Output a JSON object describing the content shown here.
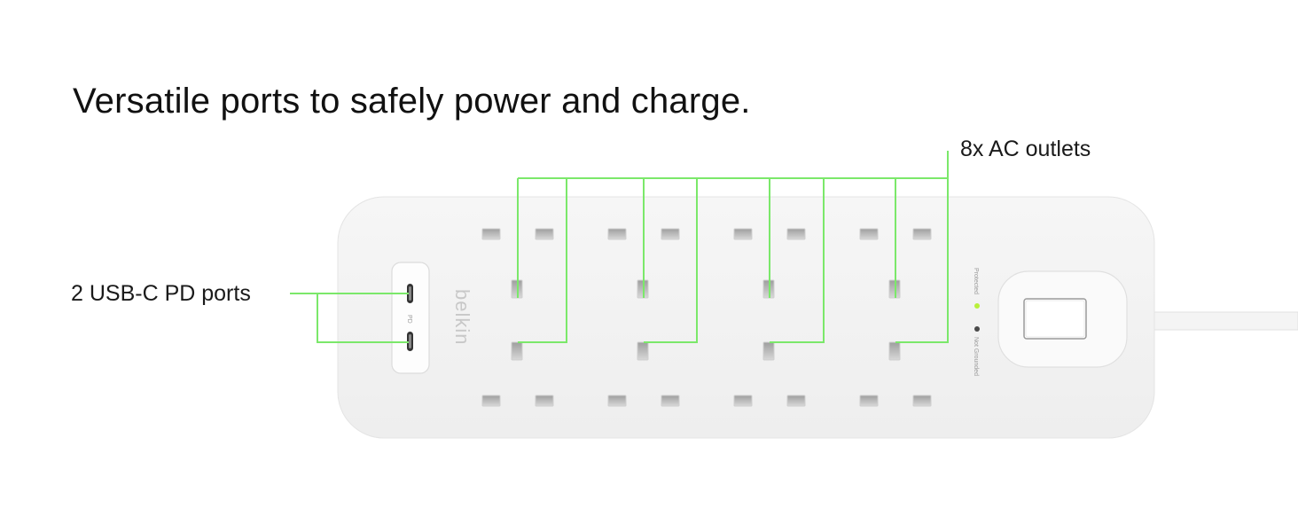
{
  "headline": "Versatile ports to safely power and charge.",
  "callouts": {
    "ac_outlets": "8x AC outlets",
    "usb_ports": "2 USB-C PD ports"
  },
  "device": {
    "brand": "belkin",
    "usb_label": "PD",
    "indicator_protected": "Protected",
    "indicator_grounded": "Not Grounded"
  },
  "colors": {
    "callout_line": "#7be86a",
    "body": "#f3f3f3",
    "protected_led": "#b8f03a",
    "grounded_led": "#4a4a4a"
  }
}
